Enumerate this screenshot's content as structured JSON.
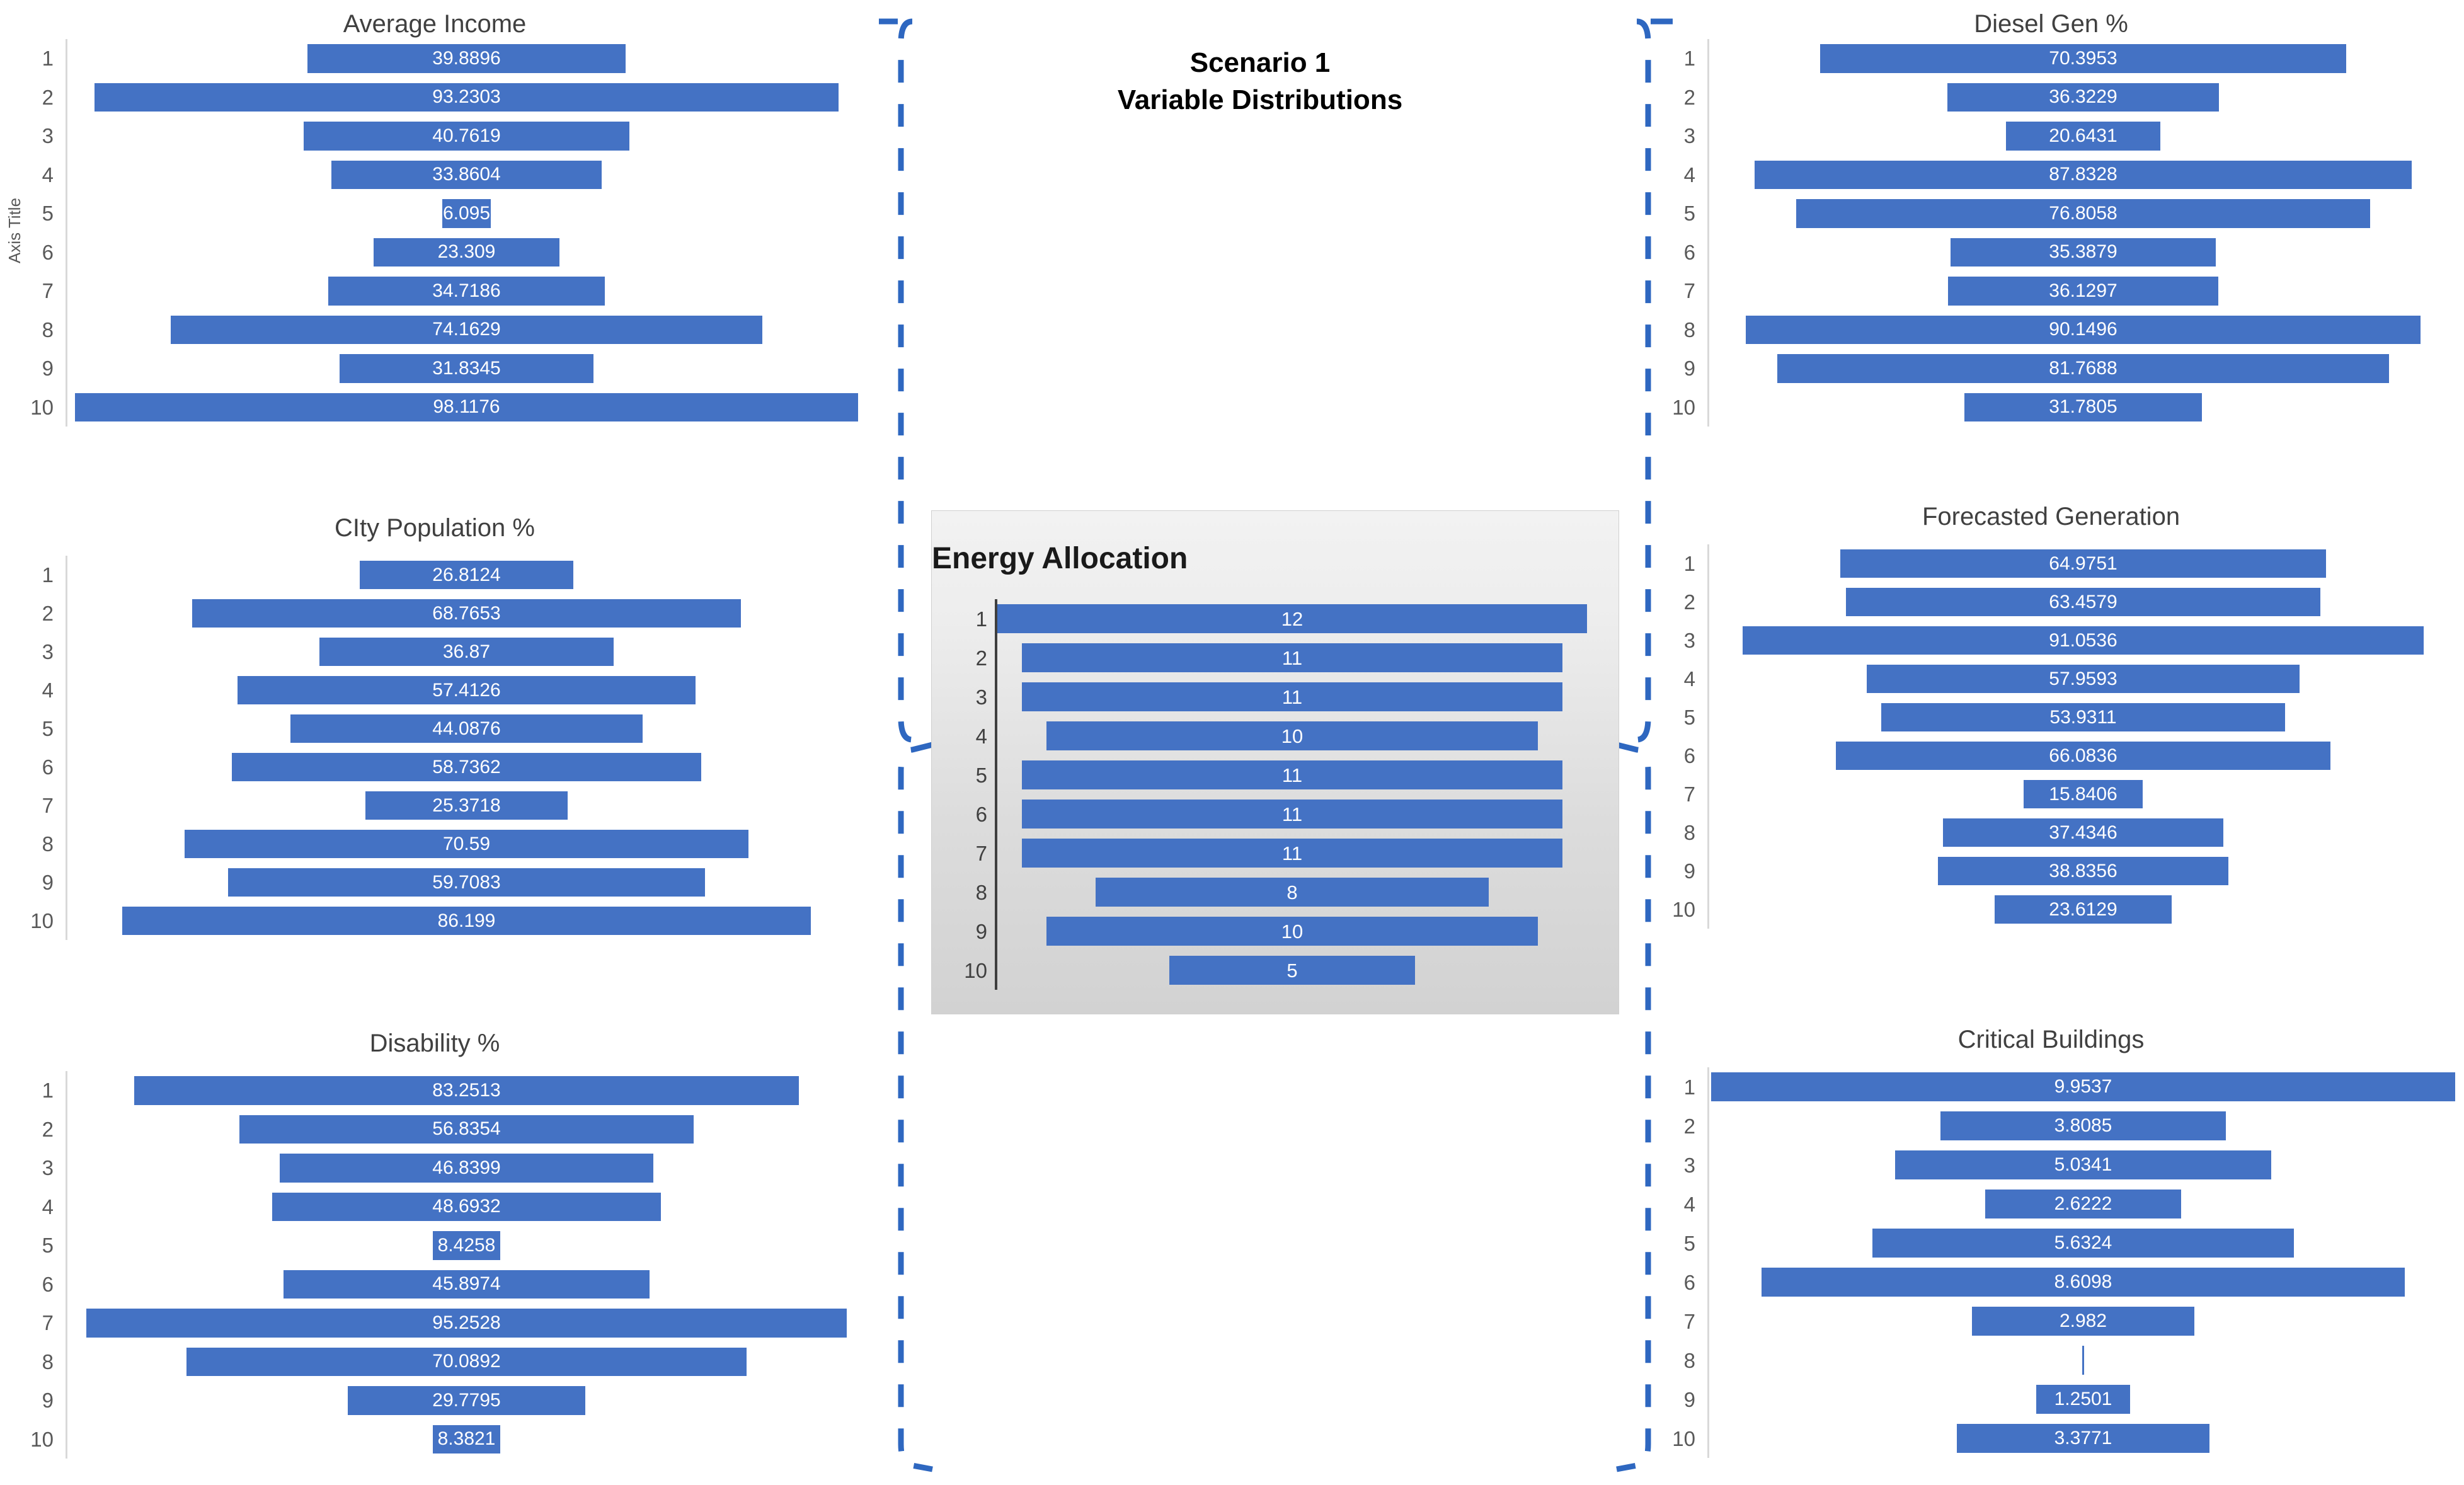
{
  "heading": {
    "line1": "Scenario 1",
    "line2": "Variable Distributions"
  },
  "axis_title": "Axis Title",
  "accent_color": "#4472c4",
  "bracket_color": "#2e67c0",
  "categories": [
    "1",
    "2",
    "3",
    "4",
    "5",
    "6",
    "7",
    "8",
    "9",
    "10"
  ],
  "chart_data": [
    {
      "id": "average-income",
      "type": "bar",
      "title": "Average Income",
      "orientation": "funnel-centered",
      "xlabel": "",
      "ylabel": "Axis Title",
      "categories": [
        "1",
        "2",
        "3",
        "4",
        "5",
        "6",
        "7",
        "8",
        "9",
        "10"
      ],
      "values": [
        39.8896,
        93.2303,
        40.7619,
        33.8604,
        6.095,
        23.309,
        34.7186,
        74.1629,
        31.8345,
        98.1176
      ],
      "labels": [
        "39.8896",
        "93.2303",
        "40.7619",
        "33.8604",
        "6.095",
        "23.309",
        "34.7186",
        "74.1629",
        "31.8345",
        "98.1176"
      ],
      "xlim": [
        0,
        100
      ],
      "grid": false,
      "legend": "none"
    },
    {
      "id": "city-population",
      "type": "bar",
      "title": "CIty Population %",
      "orientation": "funnel-centered",
      "xlabel": "",
      "ylabel": "",
      "categories": [
        "1",
        "2",
        "3",
        "4",
        "5",
        "6",
        "7",
        "8",
        "9",
        "10"
      ],
      "values": [
        26.8124,
        68.7653,
        36.87,
        57.4126,
        44.0876,
        58.7362,
        25.3718,
        70.59,
        59.7083,
        86.199
      ],
      "labels": [
        "26.8124",
        "68.7653",
        "36.87",
        "57.4126",
        "44.0876",
        "58.7362",
        "25.3718",
        "70.59",
        "59.7083",
        "86.199"
      ],
      "xlim": [
        0,
        100
      ],
      "grid": false,
      "legend": "none"
    },
    {
      "id": "disability",
      "type": "bar",
      "title": "Disability %",
      "orientation": "funnel-centered",
      "xlabel": "",
      "ylabel": "",
      "categories": [
        "1",
        "2",
        "3",
        "4",
        "5",
        "6",
        "7",
        "8",
        "9",
        "10"
      ],
      "values": [
        83.2513,
        56.8354,
        46.8399,
        48.6932,
        8.4258,
        45.8974,
        95.2528,
        70.0892,
        29.7795,
        8.3821
      ],
      "labels": [
        "83.2513",
        "56.8354",
        "46.8399",
        "48.6932",
        "8.4258",
        "45.8974",
        "95.2528",
        "70.0892",
        "29.7795",
        "8.3821"
      ],
      "xlim": [
        0,
        100
      ],
      "grid": false,
      "legend": "none"
    },
    {
      "id": "diesel-gen",
      "type": "bar",
      "title": "Diesel Gen %",
      "orientation": "funnel-centered",
      "xlabel": "",
      "ylabel": "",
      "categories": [
        "1",
        "2",
        "3",
        "4",
        "5",
        "6",
        "7",
        "8",
        "9",
        "10"
      ],
      "values": [
        70.3953,
        36.3229,
        20.6431,
        87.8328,
        76.8058,
        35.3879,
        36.1297,
        90.1496,
        81.7688,
        31.7805
      ],
      "labels": [
        "70.3953",
        "36.3229",
        "20.6431",
        "87.8328",
        "76.8058",
        "35.3879",
        "36.1297",
        "90.1496",
        "81.7688",
        "31.7805"
      ],
      "xlim": [
        0,
        100
      ],
      "grid": false,
      "legend": "none"
    },
    {
      "id": "forecasted-generation",
      "type": "bar",
      "title": "Forecasted Generation",
      "orientation": "funnel-centered",
      "xlabel": "",
      "ylabel": "",
      "categories": [
        "1",
        "2",
        "3",
        "4",
        "5",
        "6",
        "7",
        "8",
        "9",
        "10"
      ],
      "values": [
        64.9751,
        63.4579,
        91.0536,
        57.9593,
        53.9311,
        66.0836,
        15.8406,
        37.4346,
        38.8356,
        23.6129
      ],
      "labels": [
        "64.9751",
        "63.4579",
        "91.0536",
        "57.9593",
        "53.9311",
        "66.0836",
        "15.8406",
        "37.4346",
        "38.8356",
        "23.6129"
      ],
      "xlim": [
        0,
        100
      ],
      "grid": false,
      "legend": "none"
    },
    {
      "id": "critical-buildings",
      "type": "bar",
      "title": "Critical Buildings",
      "orientation": "funnel-centered",
      "xlabel": "",
      "ylabel": "",
      "categories": [
        "1",
        "2",
        "3",
        "4",
        "5",
        "6",
        "7",
        "8",
        "9",
        "10"
      ],
      "values": [
        9.9537,
        3.8085,
        5.0341,
        2.6222,
        5.6324,
        8.6098,
        2.982,
        0.02,
        1.2501,
        3.3771
      ],
      "labels": [
        "9.9537",
        "3.8085",
        "5.0341",
        "2.6222",
        "5.6324",
        "8.6098",
        "2.982",
        "",
        "1.2501",
        "3.3771"
      ],
      "xlim": [
        0,
        10
      ],
      "grid": false,
      "legend": "none"
    },
    {
      "id": "energy-allocation",
      "type": "bar",
      "title": "Energy Allocation",
      "orientation": "funnel-centered",
      "xlabel": "",
      "ylabel": "",
      "categories": [
        "1",
        "2",
        "3",
        "4",
        "5",
        "6",
        "7",
        "8",
        "9",
        "10"
      ],
      "values": [
        12,
        11,
        11,
        10,
        11,
        11,
        11,
        8,
        10,
        5
      ],
      "labels": [
        "12",
        "11",
        "11",
        "10",
        "11",
        "11",
        "11",
        "8",
        "10",
        "5"
      ],
      "xlim": [
        0,
        12
      ],
      "grid": false,
      "legend": "none"
    }
  ]
}
